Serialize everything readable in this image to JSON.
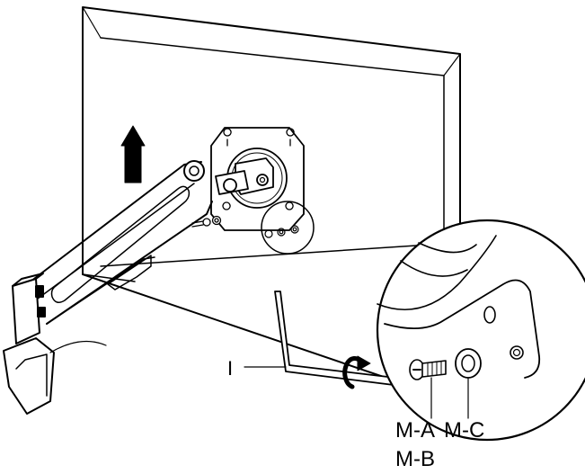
{
  "labels": {
    "allen_key": "I",
    "screw": "M-A",
    "washer": "M-C",
    "spacer": "M-B"
  },
  "colors": {
    "line": "#000000",
    "background": "#ffffff",
    "shade": "#dcdcdc"
  },
  "icons": {
    "lift_arrow": "arrow-up-icon",
    "rotate": "clockwise-rotate-icon"
  }
}
